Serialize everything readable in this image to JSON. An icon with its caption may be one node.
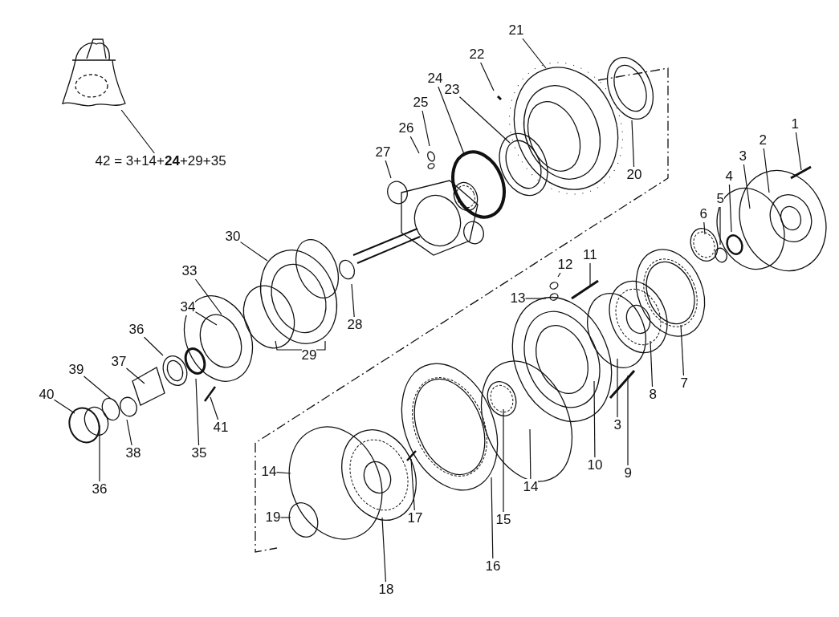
{
  "diagram": {
    "nodes": [
      {
        "text": [
          "42 = 3+14+**24**+29+35"
        ]
      },
      {
        "text": [],
        "shape": "picture"
      },
      {
        "text": [
          "21"
        ]
      },
      {
        "text": [
          "22"
        ]
      },
      {
        "text": [
          "24"
        ]
      },
      {
        "text": [
          "23"
        ]
      },
      {
        "text": [
          "25"
        ]
      },
      {
        "text": [
          "26"
        ]
      },
      {
        "text": [
          "27"
        ]
      },
      {
        "text": [
          "20"
        ]
      },
      {
        "text": [
          "1"
        ]
      },
      {
        "text": [
          "2"
        ]
      },
      {
        "text": [
          "3"
        ]
      },
      {
        "text": [
          "4"
        ]
      },
      {
        "text": [
          "5"
        ]
      },
      {
        "text": [
          "6"
        ]
      },
      {
        "text": [
          "30"
        ]
      },
      {
        "text": [
          "33"
        ]
      },
      {
        "text": [
          "11"
        ]
      },
      {
        "text": [
          "12"
        ]
      },
      {
        "text": [
          "13"
        ]
      },
      {
        "text": [
          "34"
        ]
      },
      {
        "text": [
          "28"
        ]
      },
      {
        "text": [
          "36"
        ]
      },
      {
        "text": [
          "29"
        ]
      },
      {
        "text": [
          "37"
        ]
      },
      {
        "text": [
          "39"
        ]
      },
      {
        "text": [
          "7"
        ]
      },
      {
        "text": [
          "8"
        ]
      },
      {
        "text": [
          "40"
        ]
      },
      {
        "text": [
          "3"
        ]
      },
      {
        "text": [
          "41"
        ]
      },
      {
        "text": [
          "9"
        ]
      },
      {
        "text": [
          "10"
        ]
      },
      {
        "text": [
          "35"
        ]
      },
      {
        "text": [
          "38"
        ]
      },
      {
        "text": [
          "14"
        ]
      },
      {
        "text": [
          "14"
        ]
      },
      {
        "text": [
          "36"
        ]
      },
      {
        "text": [
          "17"
        ]
      },
      {
        "text": [
          "19"
        ]
      },
      {
        "text": [
          "15"
        ]
      },
      {
        "text": [
          "16"
        ]
      },
      {
        "text": [
          "18"
        ]
      }
    ],
    "edges": [
      {
        "from": 0,
        "to": 1,
        "arrow": "none"
      },
      {
        "from": 2,
        "to": null,
        "arrow": "none"
      },
      {
        "from": 3,
        "to": null,
        "arrow": "none"
      },
      {
        "from": 4,
        "to": null,
        "arrow": "none"
      },
      {
        "from": 5,
        "to": null,
        "arrow": "none"
      },
      {
        "from": 6,
        "to": null,
        "arrow": "none"
      },
      {
        "from": 7,
        "to": null,
        "arrow": "none"
      },
      {
        "from": 8,
        "to": null,
        "arrow": "none"
      },
      {
        "from": 9,
        "to": null,
        "arrow": "none"
      },
      {
        "from": 10,
        "to": null,
        "arrow": "none"
      },
      {
        "from": 11,
        "to": null,
        "arrow": "none"
      },
      {
        "from": 12,
        "to": null,
        "arrow": "none"
      },
      {
        "from": 13,
        "to": null,
        "arrow": "none"
      },
      {
        "from": 14,
        "to": null,
        "arrow": "none"
      },
      {
        "from": 15,
        "to": null,
        "arrow": "none"
      },
      {
        "from": 16,
        "to": null,
        "arrow": "none"
      },
      {
        "from": 17,
        "to": null,
        "arrow": "none"
      },
      {
        "from": 18,
        "to": null,
        "arrow": "none"
      },
      {
        "from": 19,
        "to": null,
        "arrow": "none"
      },
      {
        "from": 20,
        "to": null,
        "arrow": "none"
      },
      {
        "from": 21,
        "to": null,
        "arrow": "none"
      },
      {
        "from": 22,
        "to": null,
        "arrow": "none"
      },
      {
        "from": 23,
        "to": null,
        "arrow": "none"
      },
      {
        "from": 24,
        "to": null,
        "arrow": "none"
      },
      {
        "from": 24,
        "to": null,
        "arrow": "none"
      },
      {
        "from": 25,
        "to": null,
        "arrow": "none"
      },
      {
        "from": 26,
        "to": null,
        "arrow": "none"
      },
      {
        "from": 27,
        "to": null,
        "arrow": "none"
      },
      {
        "from": 28,
        "to": null,
        "arrow": "none"
      },
      {
        "from": 29,
        "to": null,
        "arrow": "none"
      },
      {
        "from": 30,
        "to": null,
        "arrow": "none"
      },
      {
        "from": 31,
        "to": null,
        "arrow": "none"
      },
      {
        "from": 32,
        "to": null,
        "arrow": "none"
      },
      {
        "from": 33,
        "to": null,
        "arrow": "none"
      },
      {
        "from": 34,
        "to": null,
        "arrow": "none"
      },
      {
        "from": 35,
        "to": null,
        "arrow": "none"
      },
      {
        "from": 36,
        "to": null,
        "arrow": "none"
      },
      {
        "from": 37,
        "to": null,
        "arrow": "none"
      },
      {
        "from": 38,
        "to": null,
        "arrow": "none"
      },
      {
        "from": 39,
        "to": null,
        "arrow": "none"
      },
      {
        "from": 40,
        "to": null,
        "arrow": "none"
      },
      {
        "from": 41,
        "to": null,
        "arrow": "none"
      },
      {
        "from": 42,
        "to": null,
        "arrow": "none"
      },
      {
        "from": 43,
        "to": null,
        "arrow": "none"
      }
    ]
  }
}
